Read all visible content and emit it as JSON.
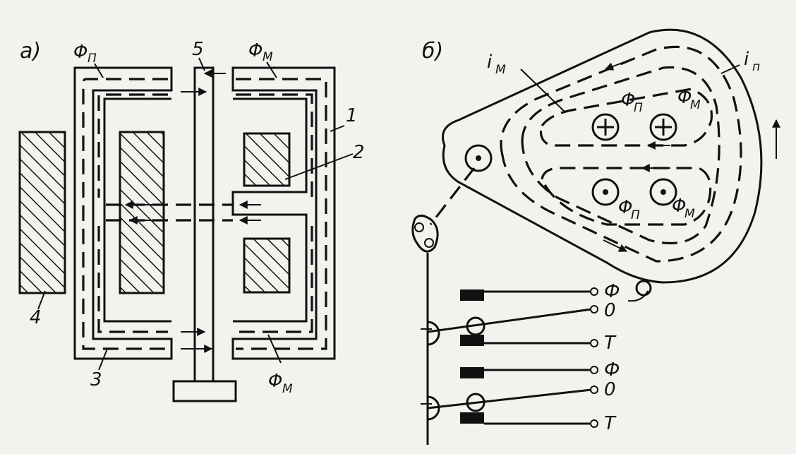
{
  "panel_a": {
    "letter": "a)",
    "flux_p": "Φ",
    "flux_p_sub": "П",
    "flux_m_top": "Φ",
    "flux_m_top_sub": "M",
    "flux_m_bottom": "Φ",
    "flux_m_bottom_sub": "M",
    "num_1": "1",
    "num_2": "2",
    "num_3": "3",
    "num_4": "4",
    "num_5": "5"
  },
  "panel_b": {
    "letter": "б)",
    "current_m": "i",
    "current_m_sub": "M",
    "current_p": "i",
    "current_p_sub": "п",
    "flux_p_upper": "Φ",
    "flux_p_upper_sub": "П",
    "flux_m_upper": "Φ",
    "flux_m_upper_sub": "M",
    "flux_p_lower": "Φ",
    "flux_p_lower_sub": "П",
    "flux_m_lower": "Φ",
    "flux_m_lower_sub": "M",
    "switch_phase_1": "Ф",
    "switch_zero_1": "0",
    "switch_t_1": "Т",
    "switch_phase_2": "Ф",
    "switch_zero_2": "0",
    "switch_t_2": "Т"
  }
}
